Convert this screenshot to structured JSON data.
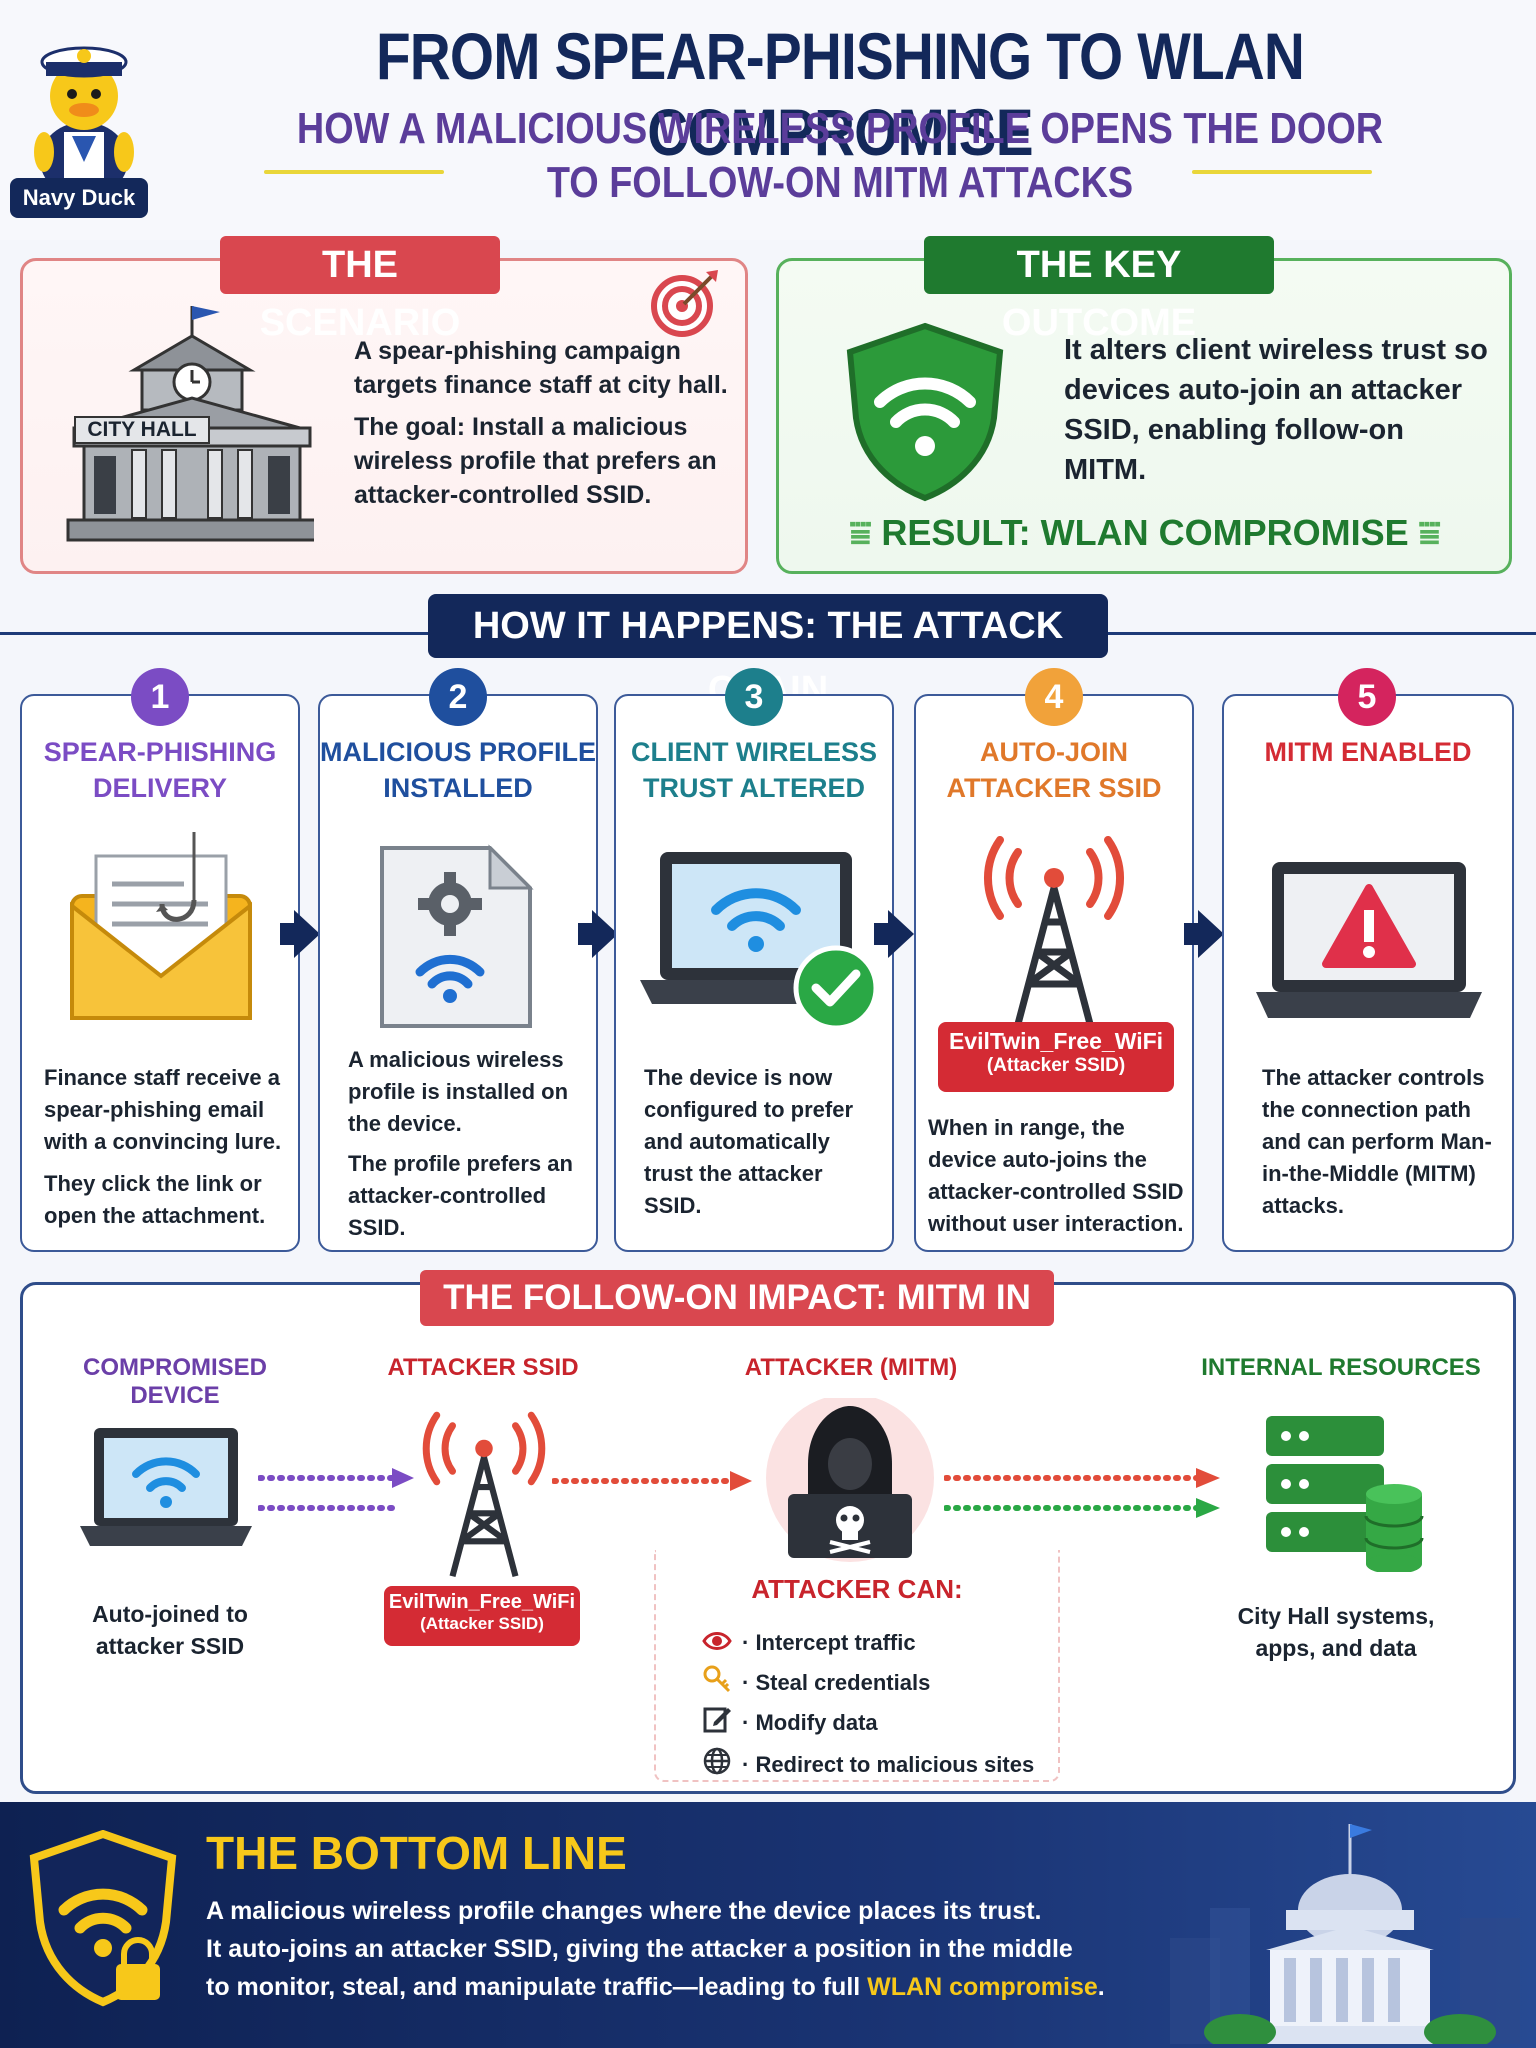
{
  "header": {
    "title": "FROM SPEAR-PHISHING TO WLAN COMPROMISE",
    "subtitle_line1": "HOW A MALICIOUS WIRELESS PROFILE OPENS THE DOOR",
    "subtitle_line2": "TO FOLLOW-ON MITM ATTACKS",
    "mascot_label": "Navy Duck"
  },
  "scenario": {
    "tag": "THE SCENARIO",
    "building_label": "CITY HALL",
    "text1": "A spear-phishing campaign targets finance staff at city hall.",
    "text2": "The goal: Install a malicious wireless profile that prefers an attacker-controlled SSID."
  },
  "outcome": {
    "tag": "THE KEY OUTCOME",
    "text": "It alters client wireless trust so devices auto-join an attacker SSID, enabling follow-on MITM.",
    "result": "RESULT: WLAN COMPROMISE"
  },
  "chain": {
    "tag": "HOW IT HAPPENS: THE ATTACK CHAIN",
    "steps": [
      {
        "num": "1",
        "title": "SPEAR-PHISHING DELIVERY",
        "text1": "Finance staff receive a spear-phishing email with a convincing lure.",
        "text2": "They click the link or open the attachment.",
        "color": "#7b4cc4"
      },
      {
        "num": "2",
        "title": "MALICIOUS PROFILE INSTALLED",
        "text1": "A malicious wireless profile is installed on the device.",
        "text2": "The profile prefers an attacker-controlled SSID.",
        "color": "#1f4f9e"
      },
      {
        "num": "3",
        "title": "CLIENT WIRELESS TRUST ALTERED",
        "text1": "The device is now configured to prefer and automatically trust the attacker SSID.",
        "text2": "",
        "color": "#1d7f8c"
      },
      {
        "num": "4",
        "title": "AUTO-JOIN ATTACKER SSID",
        "text1": "When in range, the device auto-joins the attacker-controlled SSID without user interaction.",
        "text2": "",
        "color": "#e0782a",
        "ssid": "EvilTwin_Free_WiFi",
        "ssid_sub": "(Attacker SSID)"
      },
      {
        "num": "5",
        "title": "MITM ENABLED",
        "text1": "The attacker controls the connection path and can perform Man-in-the-Middle (MITM) attacks.",
        "text2": "",
        "color": "#d4245e"
      }
    ]
  },
  "impact": {
    "tag": "THE FOLLOW-ON IMPACT: MITM IN ACTION",
    "device_head": "COMPROMISED DEVICE",
    "device_sub": "Auto-joined to attacker SSID",
    "ssid_head": "ATTACKER SSID",
    "ssid_name": "EvilTwin_Free_WiFi",
    "ssid_sub": "(Attacker SSID)",
    "mitm_head": "ATTACKER (MITM)",
    "resources_head": "INTERNAL RESOURCES",
    "resources_sub": "City Hall systems, apps, and data",
    "can_title": "ATTACKER CAN:",
    "can_items": [
      "· Intercept traffic",
      "· Steal credentials",
      "· Modify data",
      "· Redirect to malicious sites"
    ],
    "can_icons": [
      "eye-icon",
      "key-icon",
      "edit-icon",
      "globe-icon"
    ]
  },
  "bottom": {
    "title": "THE BOTTOM LINE",
    "line1": "A malicious wireless profile changes where the device places its trust.",
    "line2": "It auto-joins an attacker SSID, giving the attacker a position in the middle",
    "line3_pre": "to monitor, steal, and manipulate traffic—leading to full ",
    "line3_hl": "WLAN compromise",
    "line3_post": "."
  },
  "colors": {
    "navy": "#13285a",
    "red": "#d9474f",
    "green": "#1f7a2f",
    "gold": "#f7c81a",
    "purple": "#5b3d9a"
  }
}
